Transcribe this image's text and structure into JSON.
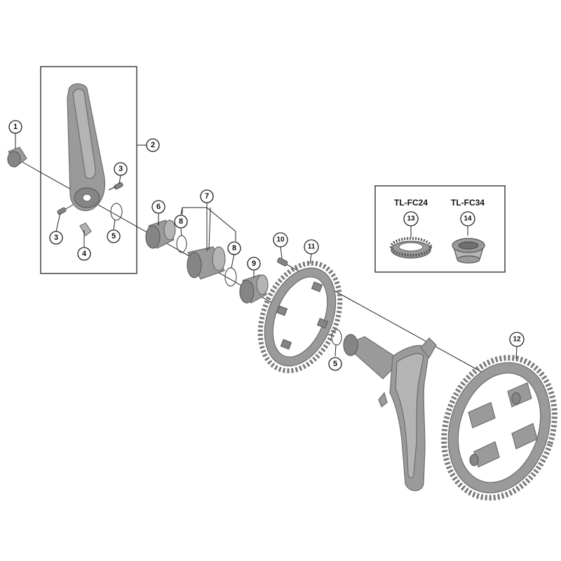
{
  "callouts": {
    "c1": "1",
    "c2": "2",
    "c3a": "3",
    "c3b": "3",
    "c4": "4",
    "c5a": "5",
    "c5b": "5",
    "c6": "6",
    "c7": "7",
    "c8a": "8",
    "c8b": "8",
    "c9": "9",
    "c10": "10",
    "c11": "11",
    "c12": "12",
    "c13": "13",
    "c14": "14"
  },
  "tools": {
    "tool_a": "TL-FC24",
    "tool_b": "TL-FC34"
  }
}
